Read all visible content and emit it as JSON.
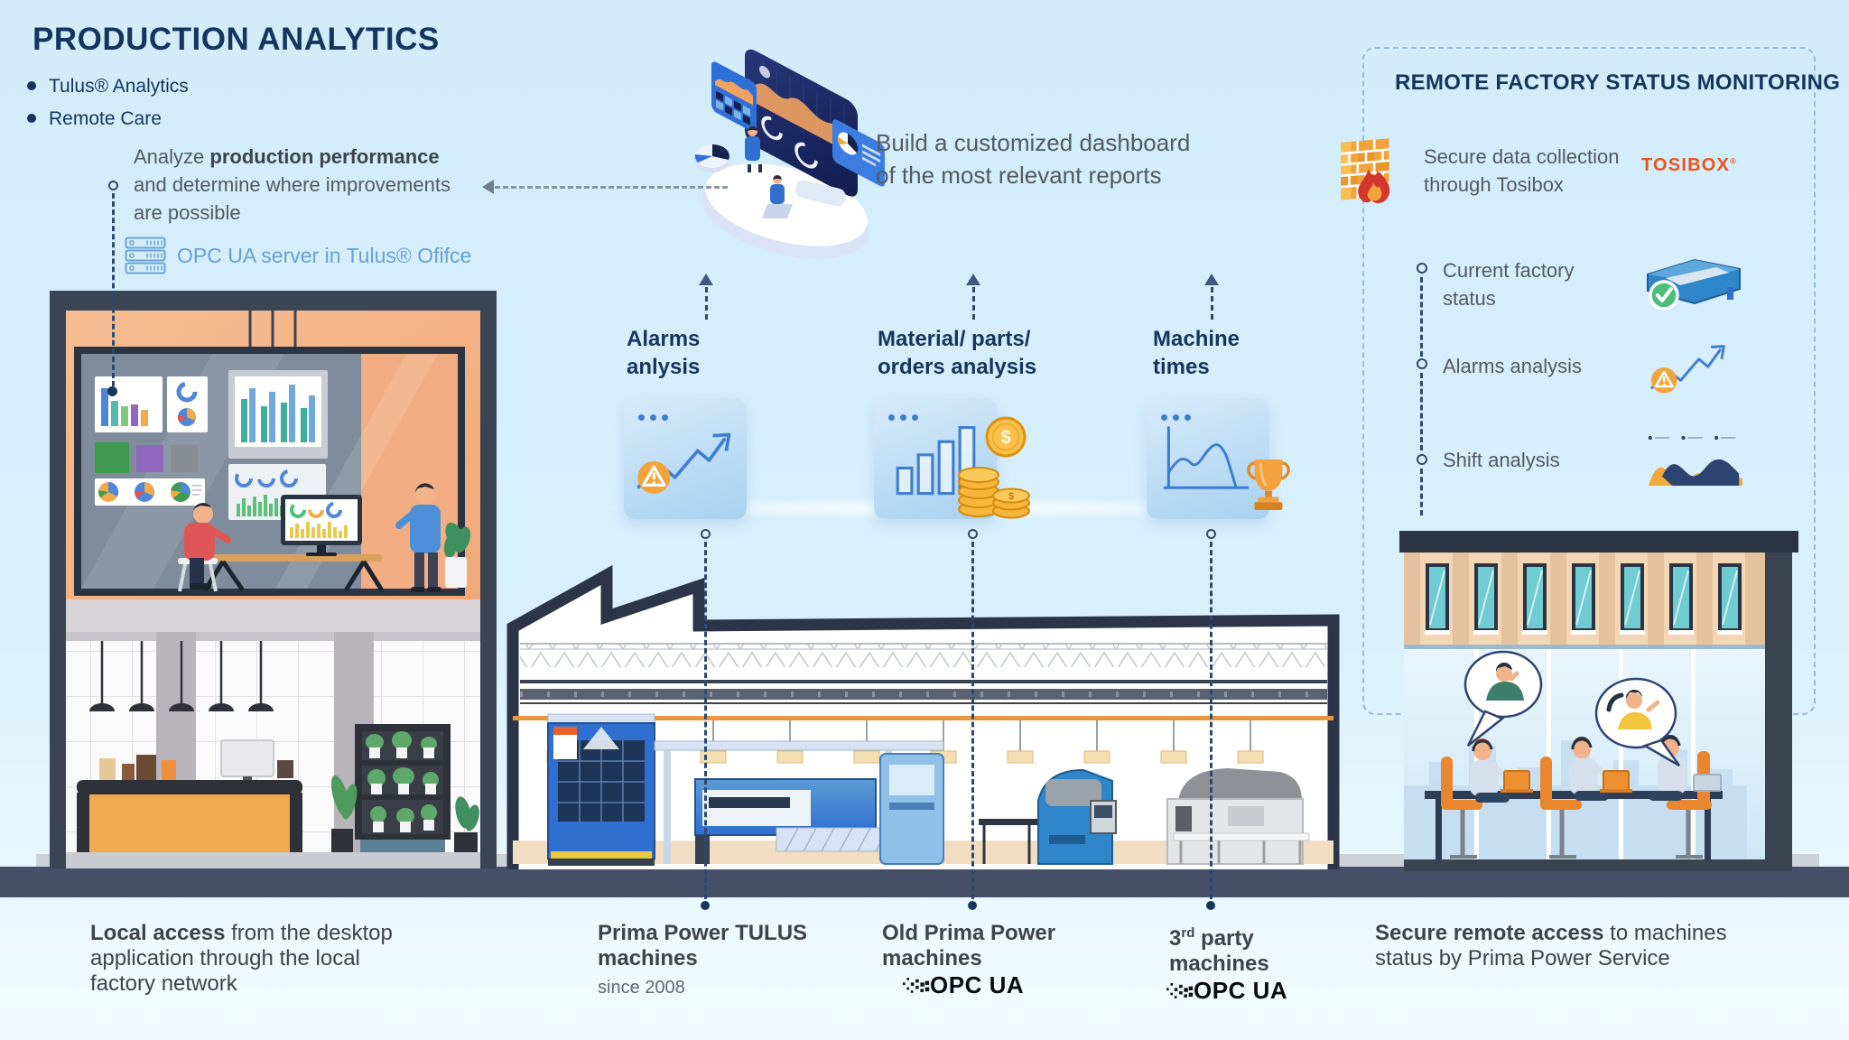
{
  "header": {
    "title": "PRODUCTION ANALYTICS",
    "bullets": [
      "Tulus® Analytics",
      "Remote Care"
    ]
  },
  "left_annotation": {
    "analyze_prefix": "Analyze ",
    "analyze_bold": "production performance",
    "analyze_line2": "and determine where improvements",
    "analyze_line3": "are possible",
    "opcua_server": "OPC UA server in Tulus® Ofifce"
  },
  "center": {
    "build_line1": "Build a customized dashboard",
    "build_line2": "of the most relevant reports",
    "cards": [
      {
        "label_line1": "Alarms",
        "label_line2": "anlysis"
      },
      {
        "label_line1": "Material/ parts/",
        "label_line2": "orders analysis"
      },
      {
        "label_line1": "Machine",
        "label_line2": "times"
      }
    ]
  },
  "remote_panel": {
    "title": "REMOTE FACTORY STATUS MONITORING",
    "tosibox_line1": "Secure data collection",
    "tosibox_line2": "through Tosibox",
    "tosibox_logo": "TOSIBOX",
    "items": [
      {
        "line1": "Current factory",
        "line2": "status"
      },
      {
        "line1": "Alarms analysis",
        "line2": ""
      },
      {
        "line1": "Shift analysis",
        "line2": ""
      }
    ]
  },
  "bottom": {
    "local_bold": "Local access",
    "local_rest1": " from the desktop",
    "local_line2": "application through the local",
    "local_line3": "factory network",
    "tulus_line1": "Prima Power TULUS",
    "tulus_line2": "machines",
    "tulus_sub": "since 2008",
    "old_line1": "Old Prima Power",
    "old_line2": "machines",
    "third_num": "3",
    "third_sup": "rd",
    "third_rest": " party",
    "third_line2": "machines",
    "opcua_logo": "OPC UA",
    "remote_bold": "Secure remote access",
    "remote_rest1": " to machines",
    "remote_line2": "status by Prima Power Service"
  },
  "colors": {
    "navy": "#14365E",
    "gray_text": "#55595E",
    "accent_blue": "#3E7ED2",
    "orange": "#F2A43C",
    "tosibox_orange": "#E8551C",
    "opcua_text_blue": "#67A0D6"
  }
}
